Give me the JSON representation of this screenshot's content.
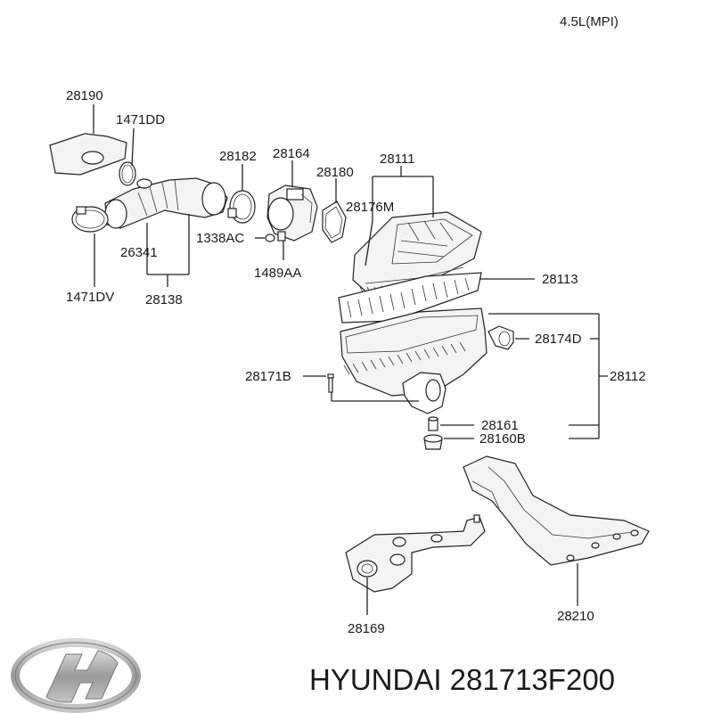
{
  "diagram": {
    "engine_label": "4.5L(MPI)",
    "parts": {
      "p28190": "28190",
      "p1471DD": "1471DD",
      "p1471DV": "1471DV",
      "p26341": "26341",
      "p28138": "28138",
      "p28182": "28182",
      "p28164": "28164",
      "p1338AC": "1338AC",
      "p1489AA": "1489AA",
      "p28180": "28180",
      "p28111": "28111",
      "p28176M": "28176M",
      "p28113": "28113",
      "p28174D": "28174D",
      "p28171B": "28171B",
      "p28112": "28112",
      "p28161": "28161",
      "p28160B": "28160B",
      "p28169": "28169",
      "p28210": "28210"
    }
  },
  "footer": {
    "brand_text": "HYUNDAI 281713F200",
    "logo_icon": "hyundai-logo-icon"
  }
}
